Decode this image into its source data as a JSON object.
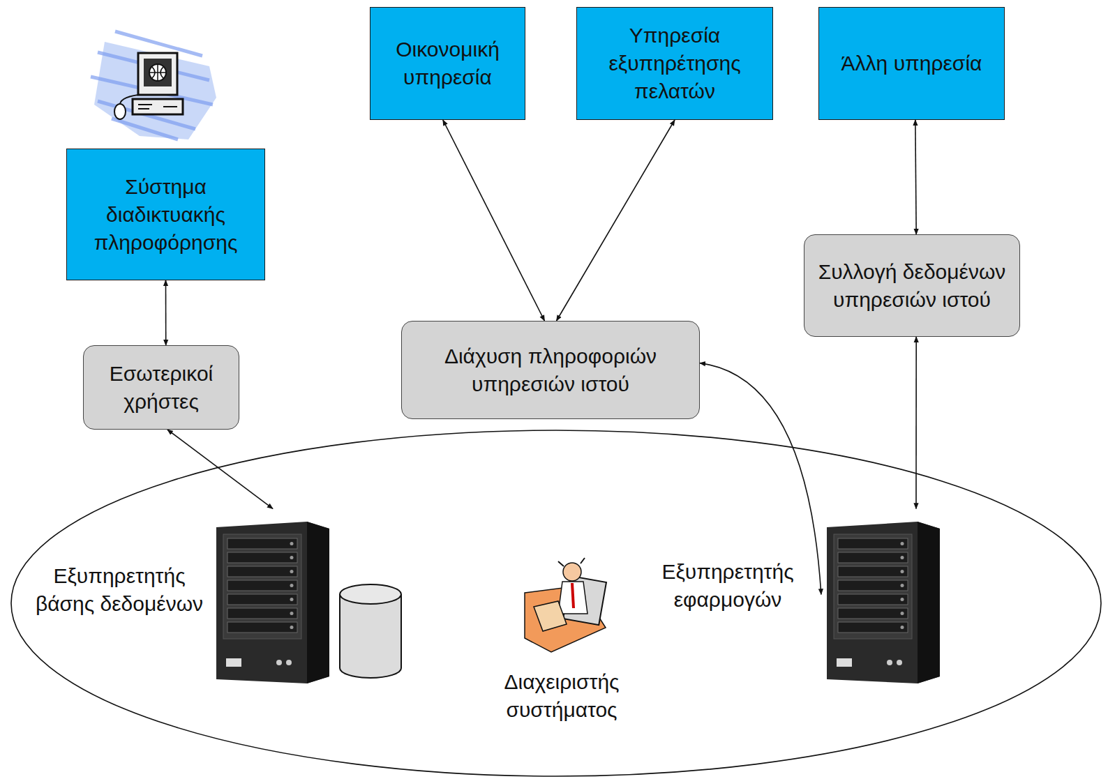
{
  "diagram": {
    "nodes": [
      {
        "text": [
          "Οικονομική υπηρεσία"
        ]
      },
      {
        "text": [
          "Υπηρεσία εξυπηρέτησης πελατών"
        ]
      },
      {
        "text": [
          "Άλλη υπηρεσία"
        ]
      },
      {
        "text": [
          "Σύστημα διαδικτυακής πληροφόρησης"
        ]
      },
      {
        "text": [
          "Συλλογή δεδομένων υπηρεσιών ιστού"
        ]
      },
      {
        "text": [
          "Διάχυση πληροφοριών υπηρεσιών ιστού"
        ]
      },
      {
        "text": [
          "Εσωτερικοί χρήστες"
        ]
      },
      {
        "text": [
          "Εξυπηρετητής βάσης δεδομένων"
        ]
      },
      {
        "text": [
          "Εξυπηρετητής εφαρμογών"
        ]
      }
    ],
    "edges": [
      {
        "from": 3,
        "to": 6,
        "arrow": "both"
      },
      {
        "from": 6,
        "to": 7,
        "arrow": "both"
      },
      {
        "from": 0,
        "to": 5,
        "arrow": "both"
      },
      {
        "from": 1,
        "to": 5,
        "arrow": "both"
      },
      {
        "from": 2,
        "to": 4,
        "arrow": "both"
      },
      {
        "from": 4,
        "to": 8,
        "arrow": "both"
      },
      {
        "from": 5,
        "to": 8,
        "arrow": "both"
      }
    ],
    "labels": [
      "Διαχειριστής συστήματος"
    ]
  }
}
